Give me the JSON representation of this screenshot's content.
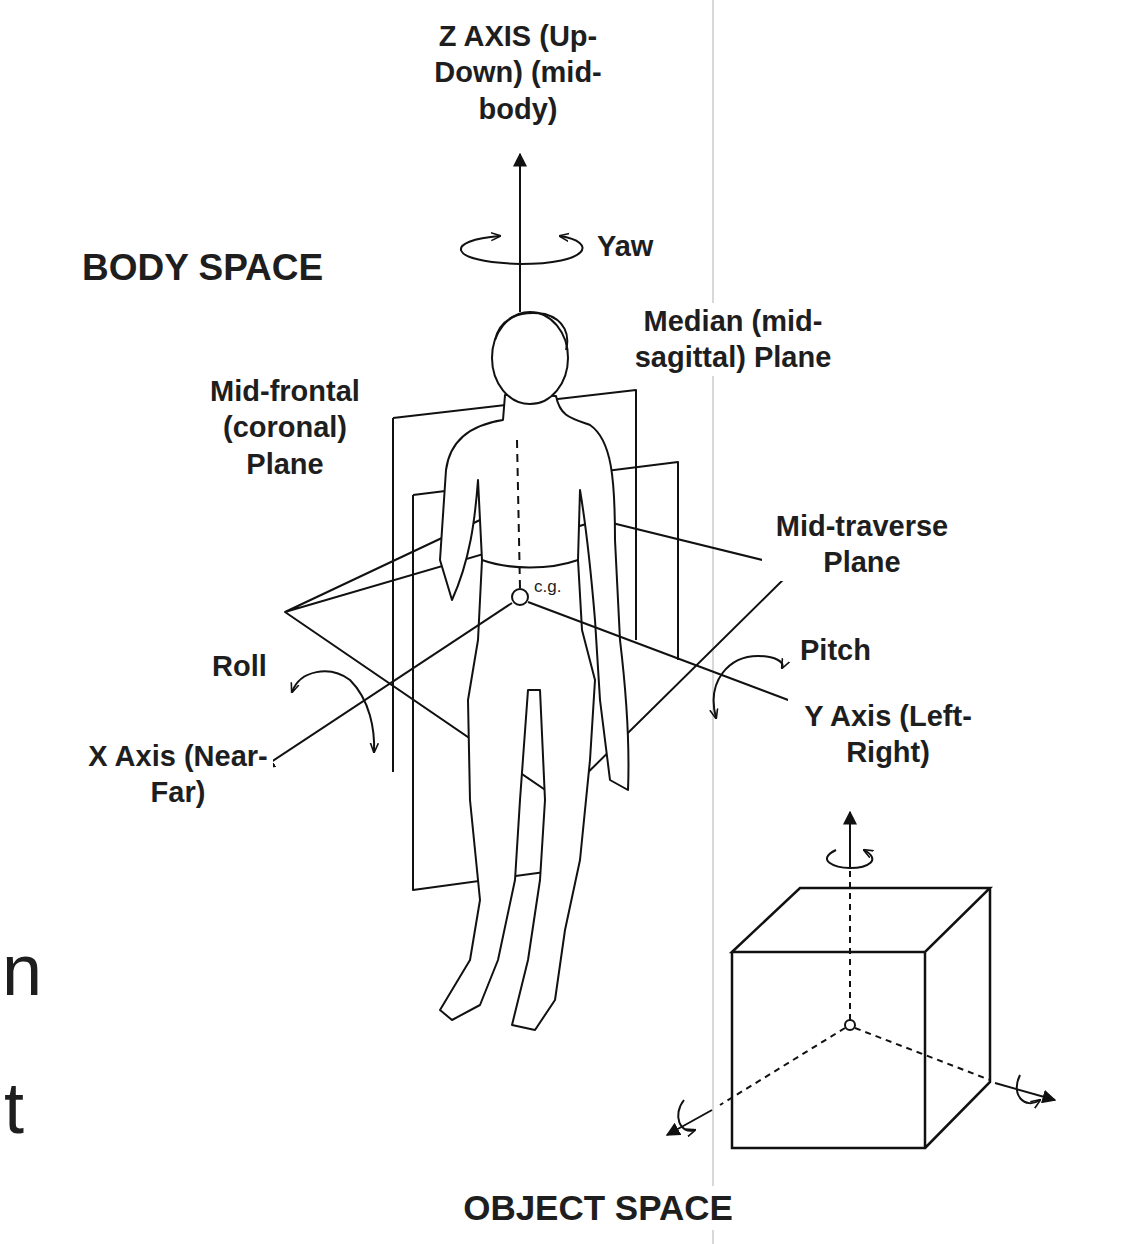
{
  "diagram": {
    "labels": [
      "Z AXIS (Up-Down) (mid-body)",
      "Yaw",
      "BODY SPACE",
      "Median (mid-sagittal) Plane",
      "Mid-frontal (coronal) Plane",
      "Mid-traverse Plane",
      "c.g.",
      "Roll",
      "Pitch",
      "X Axis (Near-Far)",
      "Y Axis (Left-Right)",
      "n",
      "t",
      "OBJECT SPACE"
    ]
  }
}
